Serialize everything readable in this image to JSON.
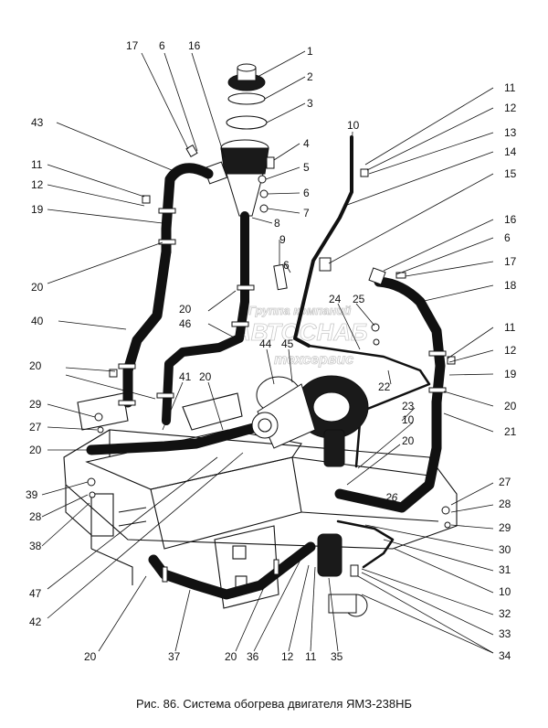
{
  "caption": "Рис. 86. Система обогрева двигателя ЯМЗ-238НБ",
  "watermark": {
    "line1": "Группа компаний",
    "line2": "АВТОСНАБ",
    "line3": "техсервис"
  },
  "callouts": {
    "c1": "1",
    "c2": "2",
    "c3": "3",
    "c4": "4",
    "c5": "5",
    "c6": "6",
    "c7": "7",
    "c8": "8",
    "c9": "9",
    "c10": "10",
    "c11": "11",
    "c12": "12",
    "c13": "13",
    "c14": "14",
    "c15": "15",
    "c16": "16",
    "c17": "17",
    "c18": "18",
    "c19": "19",
    "c20": "20",
    "c21": "21",
    "c22": "22",
    "c23": "23",
    "c24": "24",
    "c25": "25",
    "c27": "27",
    "c28": "28",
    "c29": "29",
    "c30": "30",
    "c31": "31",
    "c32": "32",
    "c33": "33",
    "c34": "34",
    "c35": "35",
    "c36": "36",
    "c37": "37",
    "c38": "38",
    "c39": "39",
    "c40": "40",
    "c41": "41",
    "c42": "42",
    "c43": "43",
    "c44": "44",
    "c45": "45",
    "c46": "46",
    "c47": "47",
    "frame_mark": "26"
  }
}
